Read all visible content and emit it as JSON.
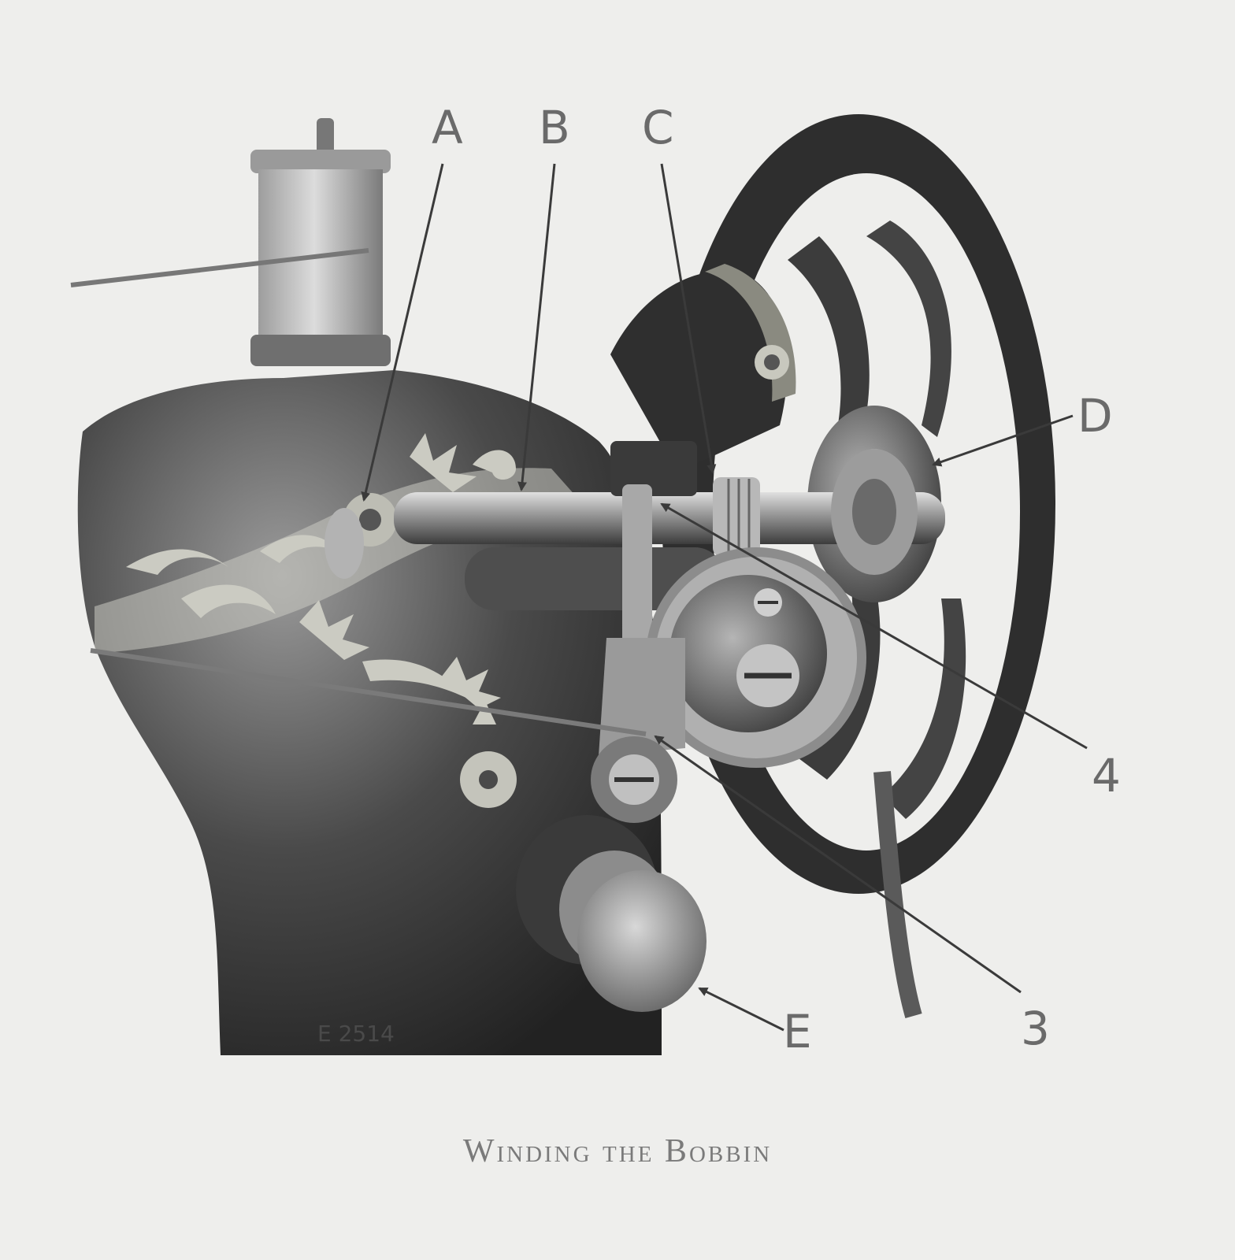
{
  "figure": {
    "labels": {
      "A": "A",
      "B": "B",
      "C": "C",
      "D": "D",
      "E": "E",
      "n3": "3",
      "n4": "4"
    },
    "stamp": "E 2514",
    "caption": "Winding the Bobbin"
  },
  "colors": {
    "paper": "#eeeeec",
    "casting": "#3a3a3a",
    "decal": "#c9c9c0",
    "steel": "#8a8a8a"
  }
}
